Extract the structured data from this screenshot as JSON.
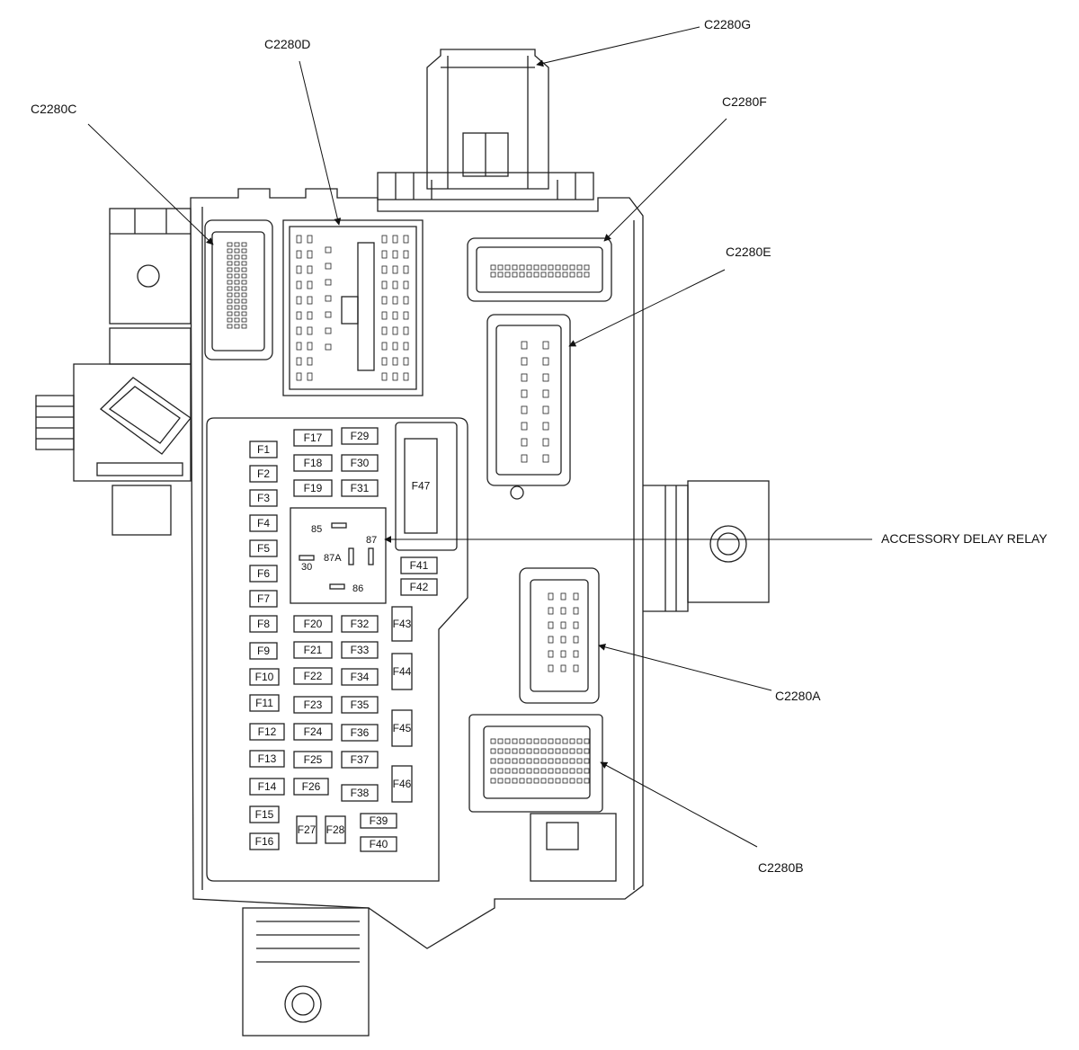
{
  "callouts": {
    "c2280g": "C2280G",
    "c2280d": "C2280D",
    "c2280c": "C2280C",
    "c2280f": "C2280F",
    "c2280e": "C2280E",
    "accessory_delay_relay": "ACCESSORY DELAY RELAY",
    "c2280a": "C2280A",
    "c2280b": "C2280B"
  },
  "relay_pins": {
    "p85": "85",
    "p87": "87",
    "p87a": "87A",
    "p30": "30",
    "p86": "86"
  },
  "fuses": {
    "f1": "F1",
    "f2": "F2",
    "f3": "F3",
    "f4": "F4",
    "f5": "F5",
    "f6": "F6",
    "f7": "F7",
    "f8": "F8",
    "f9": "F9",
    "f10": "F10",
    "f11": "F11",
    "f12": "F12",
    "f13": "F13",
    "f14": "F14",
    "f15": "F15",
    "f16": "F16",
    "f17": "F17",
    "f18": "F18",
    "f19": "F19",
    "f20": "F20",
    "f21": "F21",
    "f22": "F22",
    "f23": "F23",
    "f24": "F24",
    "f25": "F25",
    "f26": "F26",
    "f27": "F27",
    "f28": "F28",
    "f29": "F29",
    "f30": "F30",
    "f31": "F31",
    "f32": "F32",
    "f33": "F33",
    "f34": "F34",
    "f35": "F35",
    "f36": "F36",
    "f37": "F37",
    "f38": "F38",
    "f39": "F39",
    "f40": "F40",
    "f41": "F41",
    "f42": "F42",
    "f43": "F43",
    "f44": "F44",
    "f45": "F45",
    "f46": "F46",
    "f47": "F47"
  },
  "colors": {
    "line": "#222222",
    "background": "#ffffff"
  }
}
